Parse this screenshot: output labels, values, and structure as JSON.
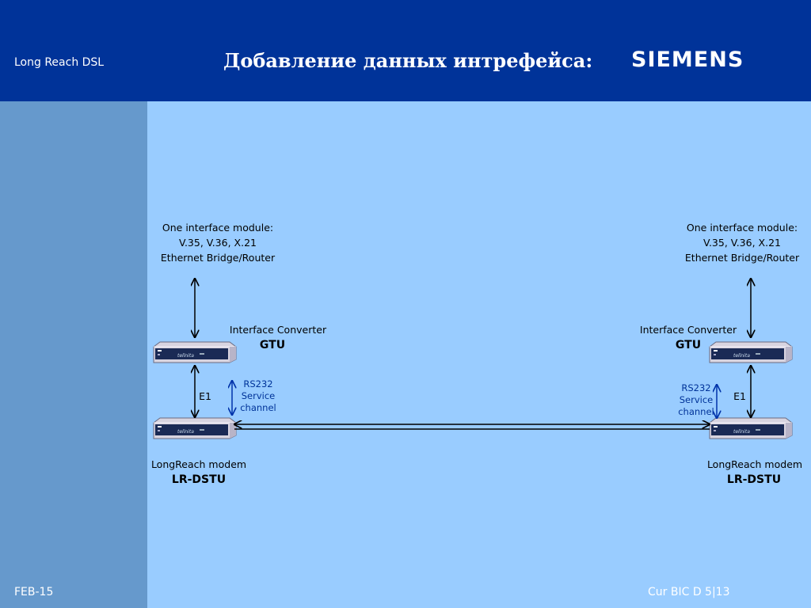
{
  "header": {
    "left_text": "Long Reach DSL",
    "title": "Добавление данных интрефейса:",
    "logo_text": "SIEMENS"
  },
  "footer": {
    "date": "FEB-15",
    "page_ref": "Cur BIC D  5|13"
  },
  "diagram": {
    "left": {
      "module_lines": [
        "One interface module:",
        "V.35, V.36, X.21",
        "Ethernet Bridge/Router"
      ],
      "converter_label": "Interface Converter",
      "converter_name": "GTU",
      "e1_label": "E1",
      "channel_lines": [
        "RS232",
        "Service",
        "channel"
      ],
      "modem_label": "LongReach modem",
      "modem_name": "LR-DSTU"
    },
    "right": {
      "module_lines": [
        "One interface module:",
        "V.35, V.36, X.21",
        "Ethernet Bridge/Router"
      ],
      "converter_label": "Interface Converter",
      "converter_name": "GTU",
      "e1_label": "E1",
      "channel_lines": [
        "RS232",
        "Service",
        "channel"
      ],
      "modem_label": "LongReach modem",
      "modem_name": "LR-DSTU"
    },
    "device_brand": "tellnita"
  }
}
